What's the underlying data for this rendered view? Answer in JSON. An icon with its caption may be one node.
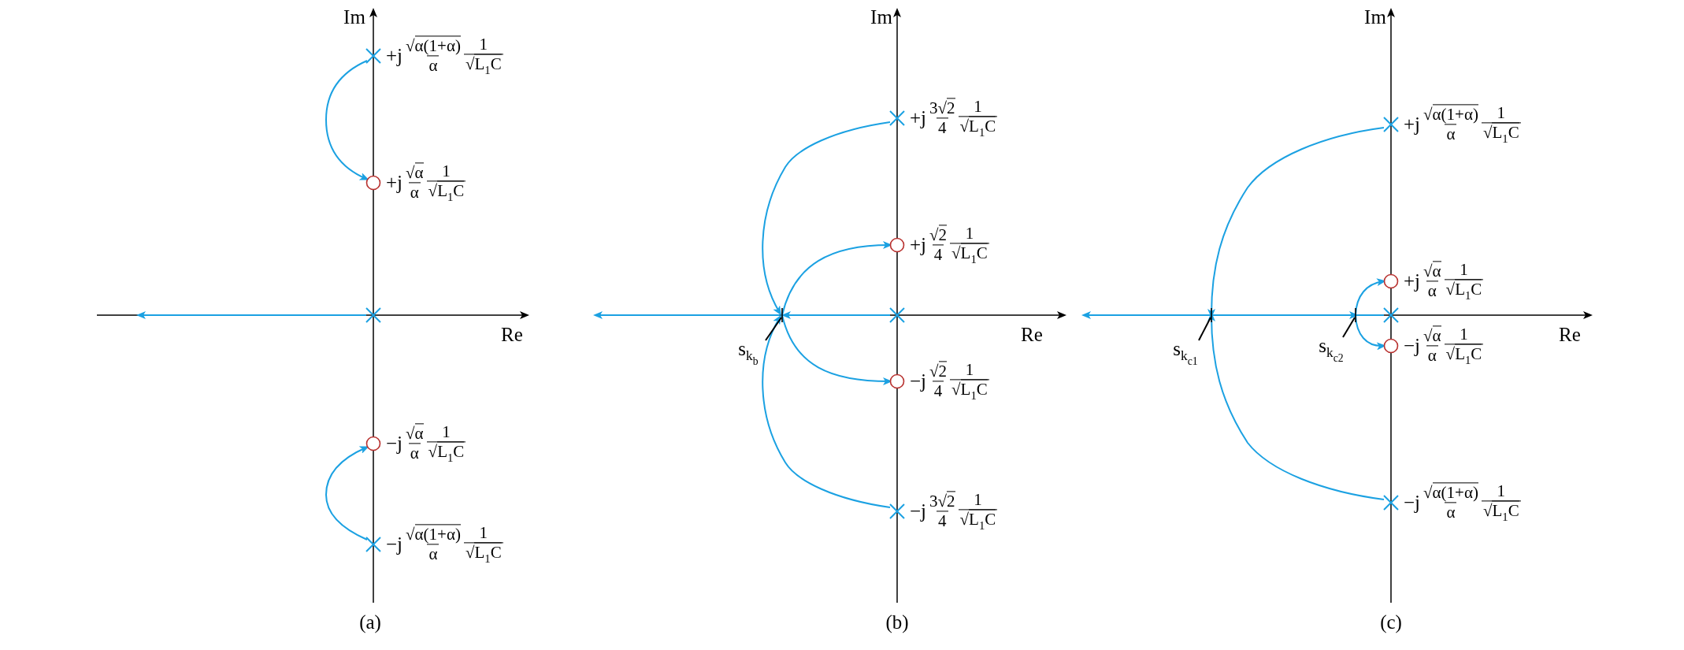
{
  "diagram": {
    "nodes": [
      {
        "text": [],
        "shape": "cross",
        "beside": [
          "+j",
          "√α(1+α)",
          "α",
          "1",
          "√L$_{1}$C"
        ]
      },
      {
        "text": [],
        "shape": "circle",
        "beside": [
          "+j",
          "√α",
          "α",
          "1",
          "√L$_{1}$C"
        ]
      },
      {
        "text": [],
        "shape": "cross"
      },
      {
        "text": [],
        "shape": "circle",
        "beside": [
          "−j",
          "√α",
          "α",
          "1",
          "√L$_{1}$C"
        ]
      },
      {
        "text": [],
        "shape": "cross",
        "beside": [
          "−j",
          "√α(1+α)",
          "α",
          "1",
          "√L$_{1}$C"
        ]
      },
      {
        "text": [],
        "shape": "cross",
        "beside": [
          "+j",
          "3√2",
          "4",
          "1",
          "√L$_{1}$C"
        ]
      },
      {
        "text": [],
        "shape": "circle",
        "beside": [
          "+j",
          "√2",
          "4",
          "1",
          "√L$_{1}$C"
        ]
      },
      {
        "text": [],
        "shape": "cross"
      },
      {
        "text": [],
        "shape": "point"
      },
      {
        "text": [
          "s$_{k}$$_{b}$"
        ]
      },
      {
        "text": [],
        "shape": "circle",
        "beside": [
          "−j",
          "√2",
          "4",
          "1",
          "√L$_{1}$C"
        ]
      },
      {
        "text": [],
        "shape": "cross",
        "beside": [
          "−j",
          "3√2",
          "4",
          "1",
          "√L$_{1}$C"
        ]
      },
      {
        "text": [],
        "shape": "cross",
        "beside": [
          "+j",
          "√α(1+α)",
          "α",
          "1",
          "√L$_{1}$C"
        ]
      },
      {
        "text": [],
        "shape": "circle",
        "beside": [
          "+j",
          "√α",
          "α",
          "1",
          "√L$_{1}$C"
        ]
      },
      {
        "text": [
          "s$_{k}$$_{c1}$"
        ]
      },
      {
        "text": [],
        "shape": "point"
      },
      {
        "text": [
          "s$_{k}$$_{c2}$"
        ]
      },
      {
        "text": [],
        "shape": "point"
      },
      {
        "text": [],
        "shape": "cross"
      },
      {
        "text": [],
        "shape": "circle",
        "beside": [
          "−j",
          "√α",
          "α",
          "1",
          "√L$_{1}$C"
        ]
      },
      {
        "text": [],
        "shape": "cross",
        "beside": [
          "−j",
          "√α(1+α)",
          "α",
          "1",
          "√L$_{1}$C"
        ]
      }
    ],
    "edges": [
      {
        "from": 0,
        "to": 1,
        "arrow": "to"
      },
      {
        "from": 4,
        "to": 3,
        "arrow": "to"
      },
      {
        "from": 2,
        "to": null,
        "arrow": "to"
      },
      {
        "from": 5,
        "to": 8,
        "arrow": "to"
      },
      {
        "from": 11,
        "to": 8,
        "arrow": "to"
      },
      {
        "from": 7,
        "to": 8,
        "arrow": "to"
      },
      {
        "from": 8,
        "to": null,
        "arrow": "to"
      },
      {
        "from": 8,
        "to": 6,
        "arrow": "to"
      },
      {
        "from": 8,
        "to": 10,
        "arrow": "to"
      },
      {
        "from": 9,
        "to": 8,
        "arrow": "none",
        "color": "#000000"
      },
      {
        "from": 12,
        "to": 15,
        "arrow": "to"
      },
      {
        "from": 20,
        "to": 15,
        "arrow": "to"
      },
      {
        "from": 15,
        "to": null,
        "arrow": "to"
      },
      {
        "from": 15,
        "to": 17,
        "arrow": "to"
      },
      {
        "from": 18,
        "to": 17,
        "arrow": "none"
      },
      {
        "from": 17,
        "to": 13,
        "arrow": "to"
      },
      {
        "from": 17,
        "to": 19,
        "arrow": "to"
      },
      {
        "from": 14,
        "to": 15,
        "arrow": "none",
        "color": "#000000"
      },
      {
        "from": 16,
        "to": 17,
        "arrow": "none",
        "color": "#000000"
      }
    ],
    "labels": [
      "Im",
      "Re",
      "(a)",
      "Im",
      "Re",
      "(b)",
      "Im",
      "Re",
      "(c)"
    ]
  }
}
